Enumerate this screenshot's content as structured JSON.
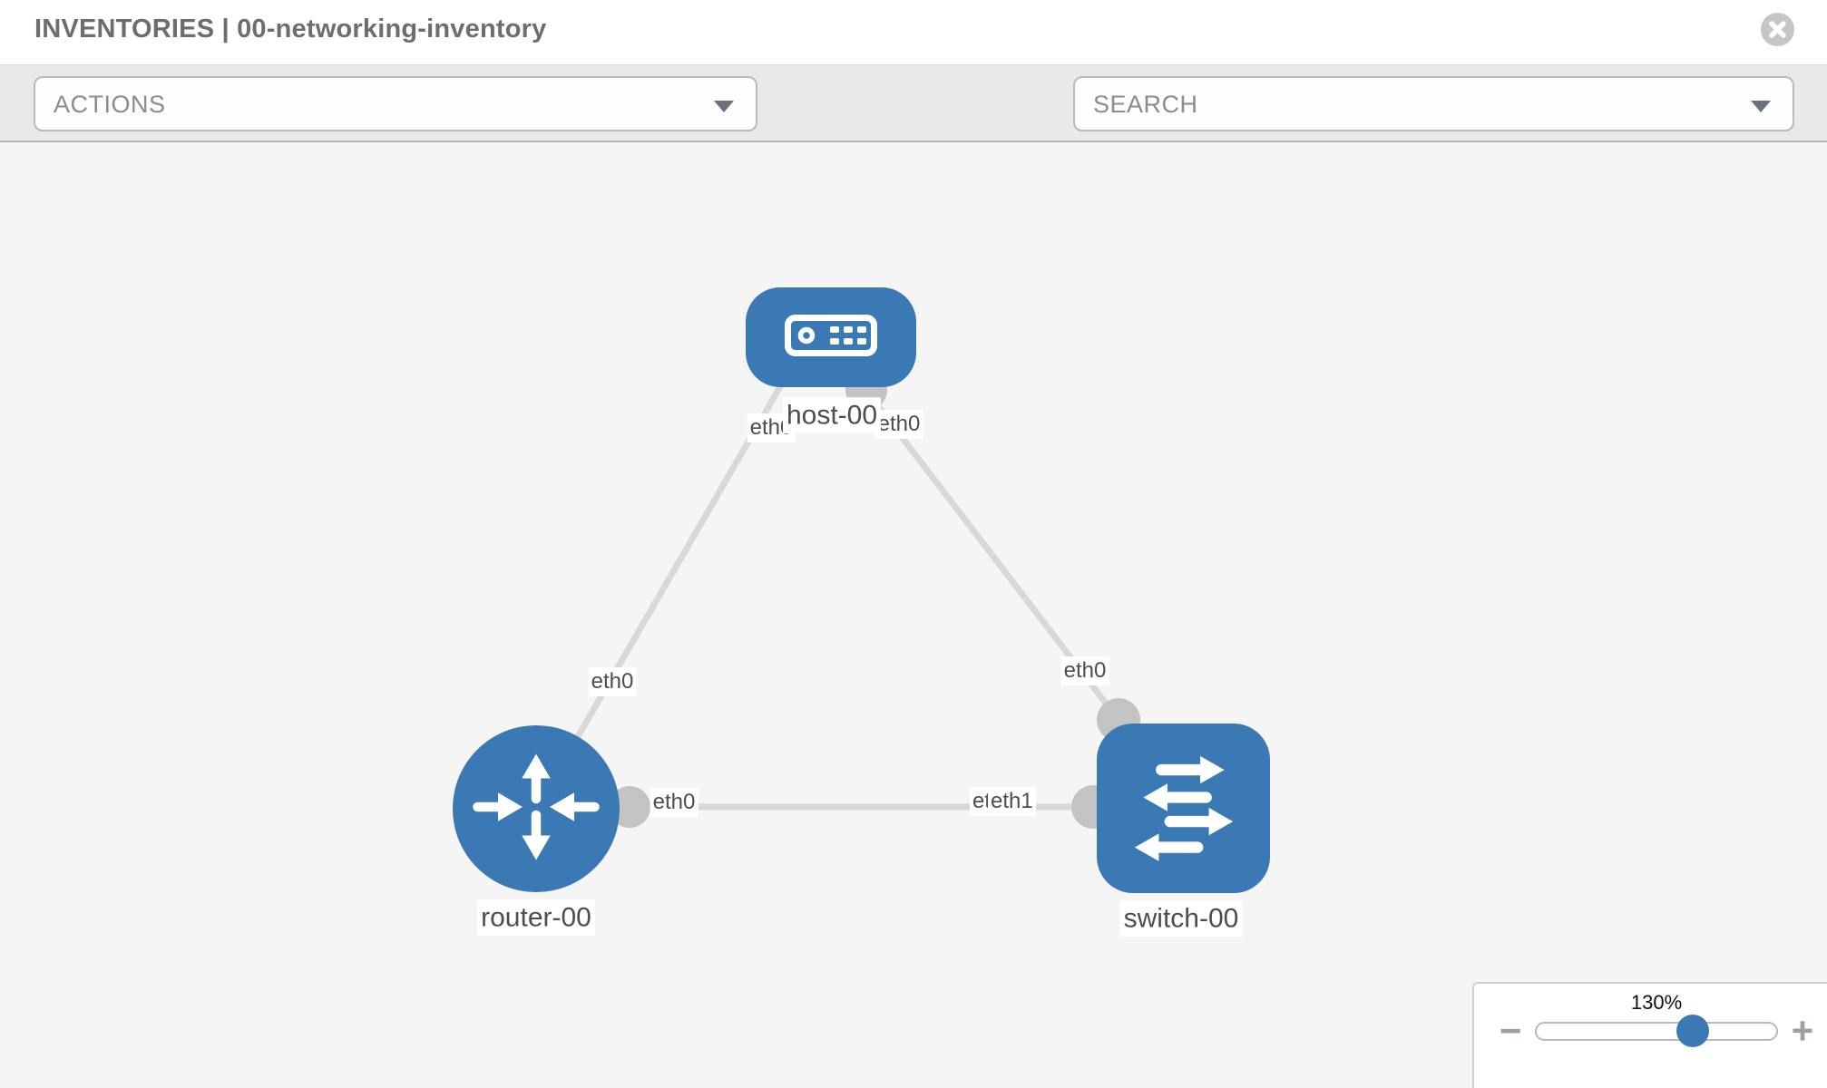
{
  "header": {
    "title": "INVENTORIES | 00-networking-inventory"
  },
  "toolbar": {
    "actions_dropdown": {
      "label": "ACTIONS"
    },
    "search_dropdown": {
      "label": "SEARCH"
    },
    "icons": {
      "wrench": "wrench-icon",
      "key": "key-icon"
    }
  },
  "topology": {
    "nodes": [
      {
        "label": "host-00",
        "type": "host"
      },
      {
        "label": "router-00",
        "type": "router"
      },
      {
        "label": "switch-00",
        "type": "switch"
      }
    ],
    "links": [
      {
        "from": "host-00",
        "to": "router-00",
        "from_label": "eth0",
        "to_label": "eth0"
      },
      {
        "from": "host-00",
        "to": "switch-00",
        "from_label": "eth0",
        "to_label": "eth0"
      },
      {
        "from": "router-00",
        "to": "switch-00",
        "from_label": "eth0",
        "to_label_back": "eth0",
        "to_label_front": "eth1"
      }
    ],
    "colors": {
      "node_blue": "#3a79b4",
      "link_gray": "#d8d8d8",
      "interface_dot_gray": "#c3c3c3"
    }
  },
  "zoom_control": {
    "level": "130%",
    "zoom_out_glyph": "−",
    "zoom_in_glyph": "+"
  }
}
